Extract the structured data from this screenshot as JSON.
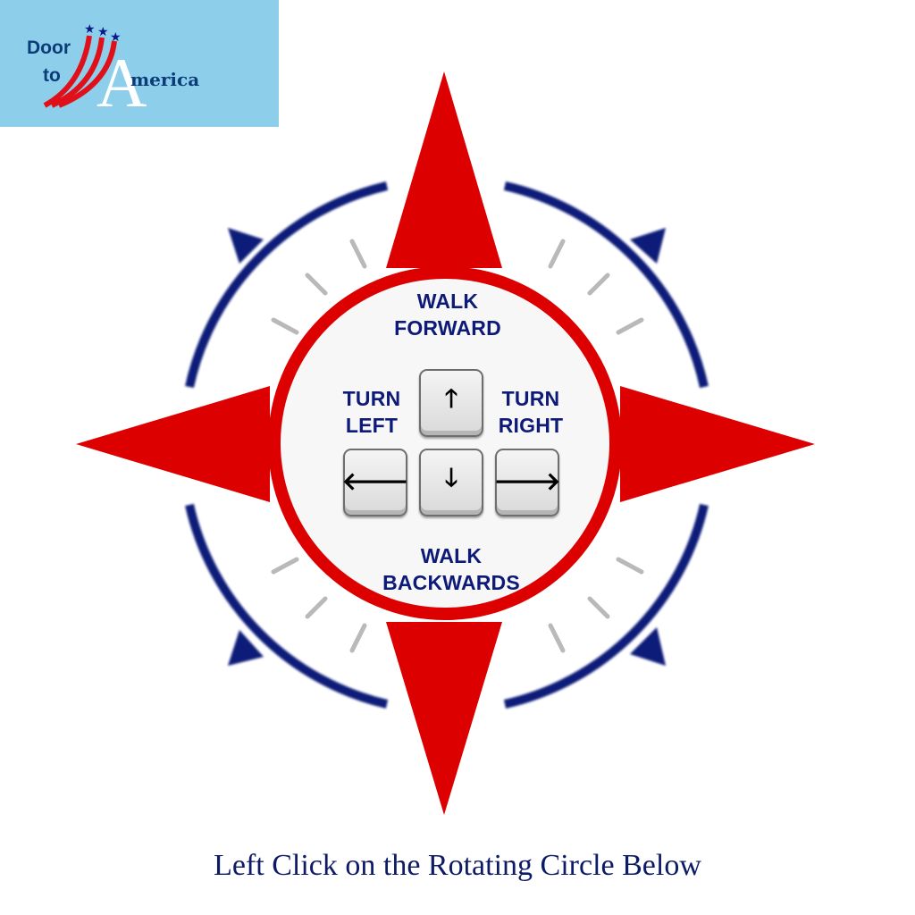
{
  "logo": {
    "line1": "Door",
    "line2": "to",
    "letter": "A",
    "rest": "merica"
  },
  "labels": {
    "forward": [
      "WALK",
      "FORWARD"
    ],
    "backward": [
      "WALK",
      "BACKWARDS"
    ],
    "left": [
      "TURN",
      "LEFT"
    ],
    "right": [
      "TURN",
      "RIGHT"
    ]
  },
  "keys": {
    "up": {
      "icon": "arrow-up-icon",
      "glyph": "🡑"
    },
    "down": {
      "icon": "arrow-down-icon",
      "glyph": "🡓"
    },
    "left": {
      "icon": "arrow-left-icon",
      "glyph": "🡐"
    },
    "right": {
      "icon": "arrow-right-icon",
      "glyph": "🡒"
    }
  },
  "caption": "Left Click on the Rotating Circle Below",
  "colors": {
    "red": "#dd0000",
    "navy": "#0a1a78",
    "sky": "#8dcfeb",
    "text": "#0d1a78"
  }
}
